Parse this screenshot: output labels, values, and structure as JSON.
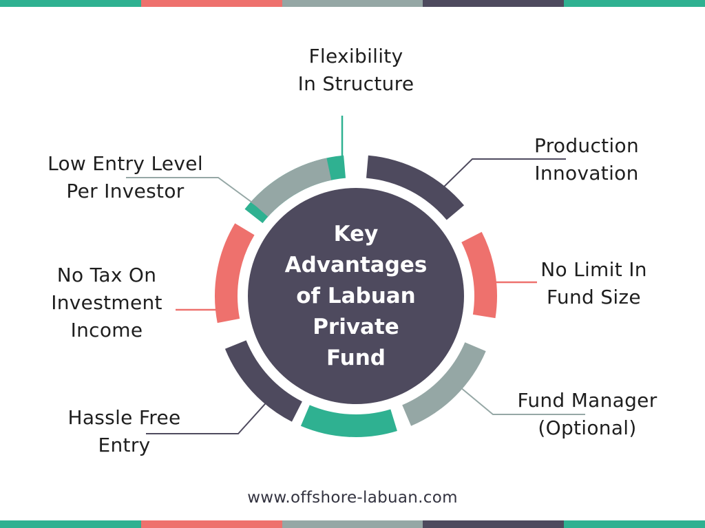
{
  "colors": {
    "teal": "#2fb191",
    "coral": "#ee716d",
    "gray": "#95a7a5",
    "navy": "#4e4a5e",
    "text": "#1e1e1e",
    "background": "#ffffff"
  },
  "top_bar": [
    "teal",
    "coral",
    "gray",
    "navy",
    "teal"
  ],
  "bottom_bar": [
    "teal",
    "coral",
    "gray",
    "navy",
    "teal"
  ],
  "center": {
    "lines": [
      "Key",
      "Advantages",
      "of Labuan",
      "Private",
      "Fund"
    ],
    "color": "navy"
  },
  "advantages": [
    {
      "id": "flexibility",
      "lines": [
        "Flexibility",
        "In Structure"
      ],
      "color": "teal",
      "position": "top"
    },
    {
      "id": "production",
      "lines": [
        "Production",
        "Innovation"
      ],
      "color": "navy",
      "position": "top-right"
    },
    {
      "id": "no-limit",
      "lines": [
        "No Limit In",
        "Fund Size"
      ],
      "color": "coral",
      "position": "right"
    },
    {
      "id": "fund-manager",
      "lines": [
        "Fund Manager",
        "(Optional)"
      ],
      "color": "gray",
      "position": "bottom-right"
    },
    {
      "id": "teal-bottom",
      "lines": [],
      "color": "teal",
      "position": "bottom"
    },
    {
      "id": "hassle-free",
      "lines": [
        "Hassle Free",
        "Entry"
      ],
      "color": "navy",
      "position": "bottom-left"
    },
    {
      "id": "no-tax",
      "lines": [
        "No Tax On",
        "Investment",
        "Income"
      ],
      "color": "coral",
      "position": "left"
    },
    {
      "id": "low-entry",
      "lines": [
        "Low Entry Level",
        "Per Investor"
      ],
      "color": "gray",
      "position": "top-left"
    }
  ],
  "footer": {
    "url": "www.offshore-labuan.com"
  }
}
